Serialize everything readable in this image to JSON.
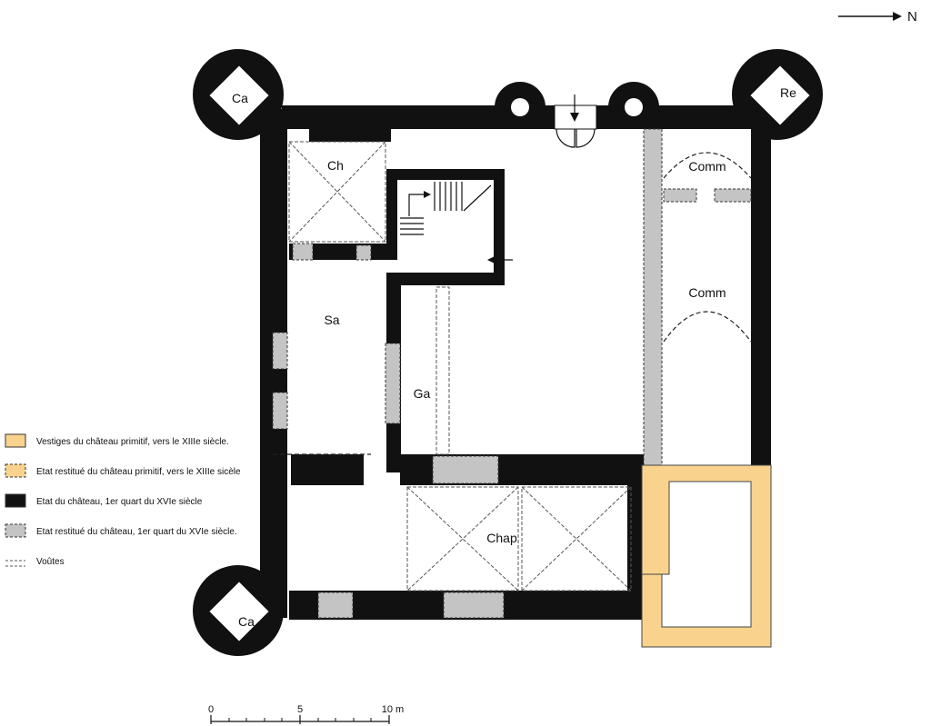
{
  "rooms": {
    "ca_nw": "Ca",
    "ca_sw": "Ca",
    "re": "Re",
    "ch": "Ch",
    "sa": "Sa",
    "ga": "Ga",
    "chap": "Chap",
    "comm_top": "Comm",
    "comm_mid": "Comm"
  },
  "north": "N",
  "legend": [
    {
      "label": "Vestiges du château primitif, vers le XIIIe siècle.",
      "color": "#f9d38e",
      "style": "solid"
    },
    {
      "label": "Etat restitué du château primitif, vers le XIIIe sicèle",
      "color": "#f9d38e",
      "style": "dashed"
    },
    {
      "label": "Etat du château, 1er quart du XVIe siècle",
      "color": "#111111",
      "style": "solid"
    },
    {
      "label": "Etat restitué du château, 1er quart du XVIe siècle.",
      "color": "#c4c4c4",
      "style": "dashed"
    },
    {
      "label": "Voûtes",
      "color": "#555555",
      "style": "vault"
    }
  ],
  "scale": {
    "ticks": [
      "0",
      "5",
      "10 m"
    ]
  }
}
